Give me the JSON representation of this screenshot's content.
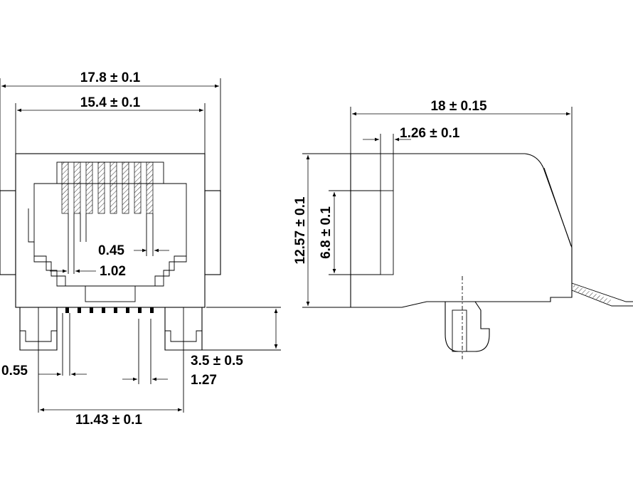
{
  "dimensions": {
    "overall_width": "17.8 ± 0.1",
    "inner_width": "15.4 ± 0.1",
    "contact_width": "0.45",
    "contact_pitch": "1.02",
    "pin_width": "0.55",
    "pin_pitch": "1.27",
    "post_height": "3.5 ± 0.5",
    "post_spacing": "11.43 ± 0.1",
    "depth": "18 ± 0.15",
    "slot_width": "1.26 ± 0.1",
    "height": "12.57 ± 0.1",
    "slot_height": "6.8 ± 0.1"
  }
}
